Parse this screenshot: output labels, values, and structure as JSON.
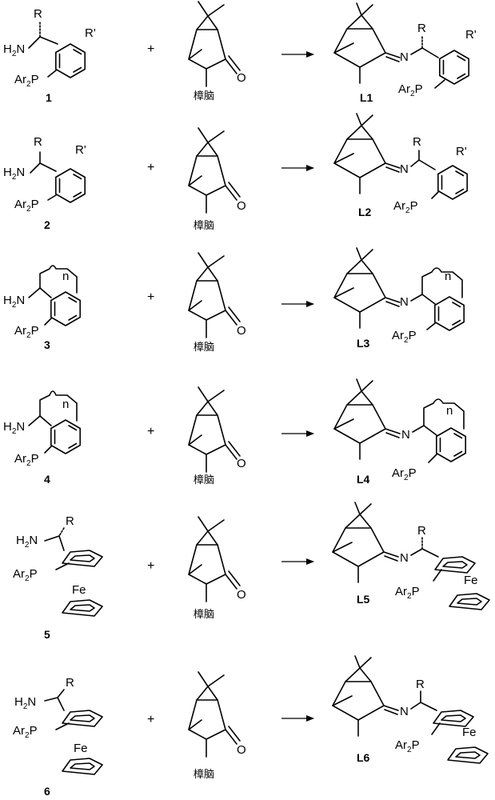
{
  "plus_sign": "+",
  "atoms": {
    "R": "R",
    "R_prime": "R'",
    "H2N_H": "H",
    "H2N_sub": "2",
    "N_suffix": "N",
    "Ar2P_Ar": "Ar",
    "Ar2P_sub": "2",
    "Ar2P_P": "P",
    "N": "N",
    "O": "O",
    "n": "n",
    "Fe": "Fe"
  },
  "rows": [
    {
      "amine_number": "1",
      "camphor_label": "樟脑",
      "ligand_label": "L1"
    },
    {
      "amine_number": "2",
      "camphor_label": "樟脑",
      "ligand_label": "L2"
    },
    {
      "amine_number": "3",
      "camphor_label": "樟脑",
      "ligand_label": "L3"
    },
    {
      "amine_number": "4",
      "camphor_label": "樟脑",
      "ligand_label": "L4"
    },
    {
      "amine_number": "5",
      "camphor_label": "樟脑",
      "ligand_label": "L5"
    },
    {
      "amine_number": "6",
      "camphor_label": "樟脑",
      "ligand_label": "L6"
    }
  ]
}
